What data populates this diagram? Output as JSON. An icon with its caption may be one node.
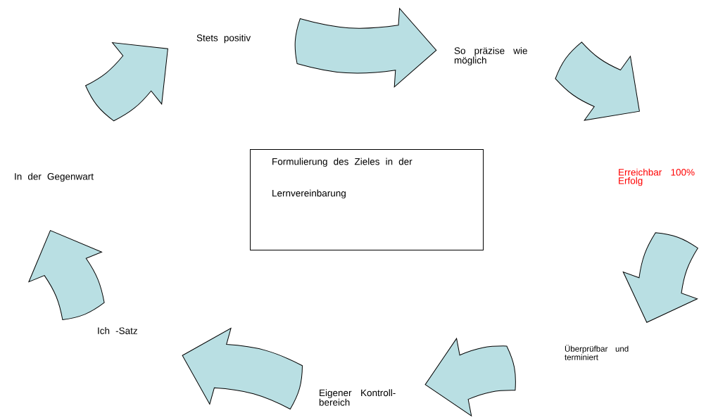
{
  "diagram": {
    "nodes": [
      {
        "text": [
          "Formulierung des Zieles in der Lernvereinbarung"
        ]
      },
      {
        "text": [
          "Stets positiv"
        ]
      },
      {
        "text": [
          "So präzise wie möglich"
        ]
      },
      {
        "text": [
          "Erreichbar 100% Erfolg"
        ]
      },
      {
        "text": [
          "Überprüfbar und terminiert"
        ]
      },
      {
        "text": [
          "Eigener Kontroll- bereich"
        ]
      },
      {
        "text": [
          "Ich -Satz"
        ]
      },
      {
        "text": [
          "In der Gegenwart"
        ]
      }
    ],
    "edges": [
      {
        "from": 1,
        "to": 2,
        "arrow": "to"
      },
      {
        "from": 2,
        "to": 3,
        "arrow": "to"
      },
      {
        "from": 3,
        "to": 4,
        "arrow": "to"
      },
      {
        "from": 4,
        "to": 5,
        "arrow": "to"
      },
      {
        "from": 5,
        "to": 6,
        "arrow": "to"
      },
      {
        "from": 6,
        "to": 7,
        "arrow": "to"
      },
      {
        "from": 7,
        "to": 1,
        "arrow": "to"
      }
    ]
  }
}
